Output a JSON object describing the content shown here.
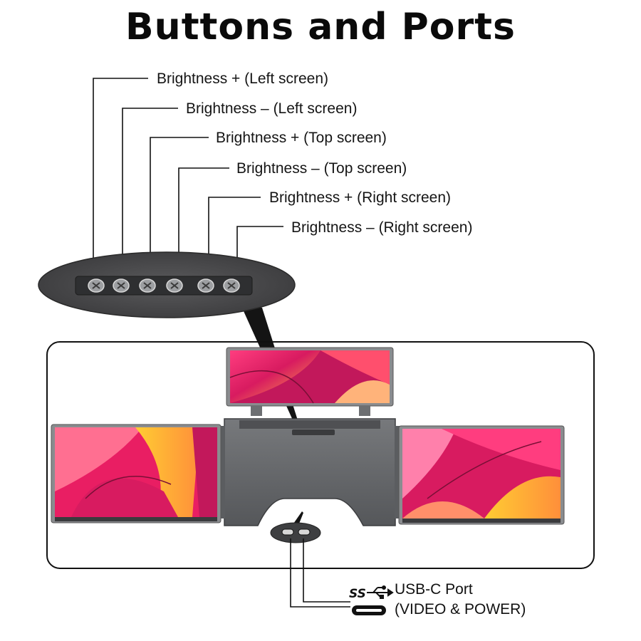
{
  "title": "Buttons and Ports",
  "buttons": [
    {
      "label": "Brightness + (Left screen)"
    },
    {
      "label": "Brightness – (Left screen)"
    },
    {
      "label": "Brightness + (Top screen)"
    },
    {
      "label": "Brightness – (Top screen)"
    },
    {
      "label": "Brightness + (Right screen)"
    },
    {
      "label": "Brightness – (Right screen)"
    }
  ],
  "port": {
    "name": "USB-C Port",
    "detail": "(VIDEO & POWER)",
    "badge": "SS",
    "icons": [
      "usb-superspeed-icon",
      "usb-c-connector-icon"
    ]
  },
  "colors": {
    "device_body": "#6b6d70",
    "device_dark": "#3a3b3d",
    "zoom_oval": "#4a4a4c",
    "screen_bezel": "#8a8c8f"
  }
}
